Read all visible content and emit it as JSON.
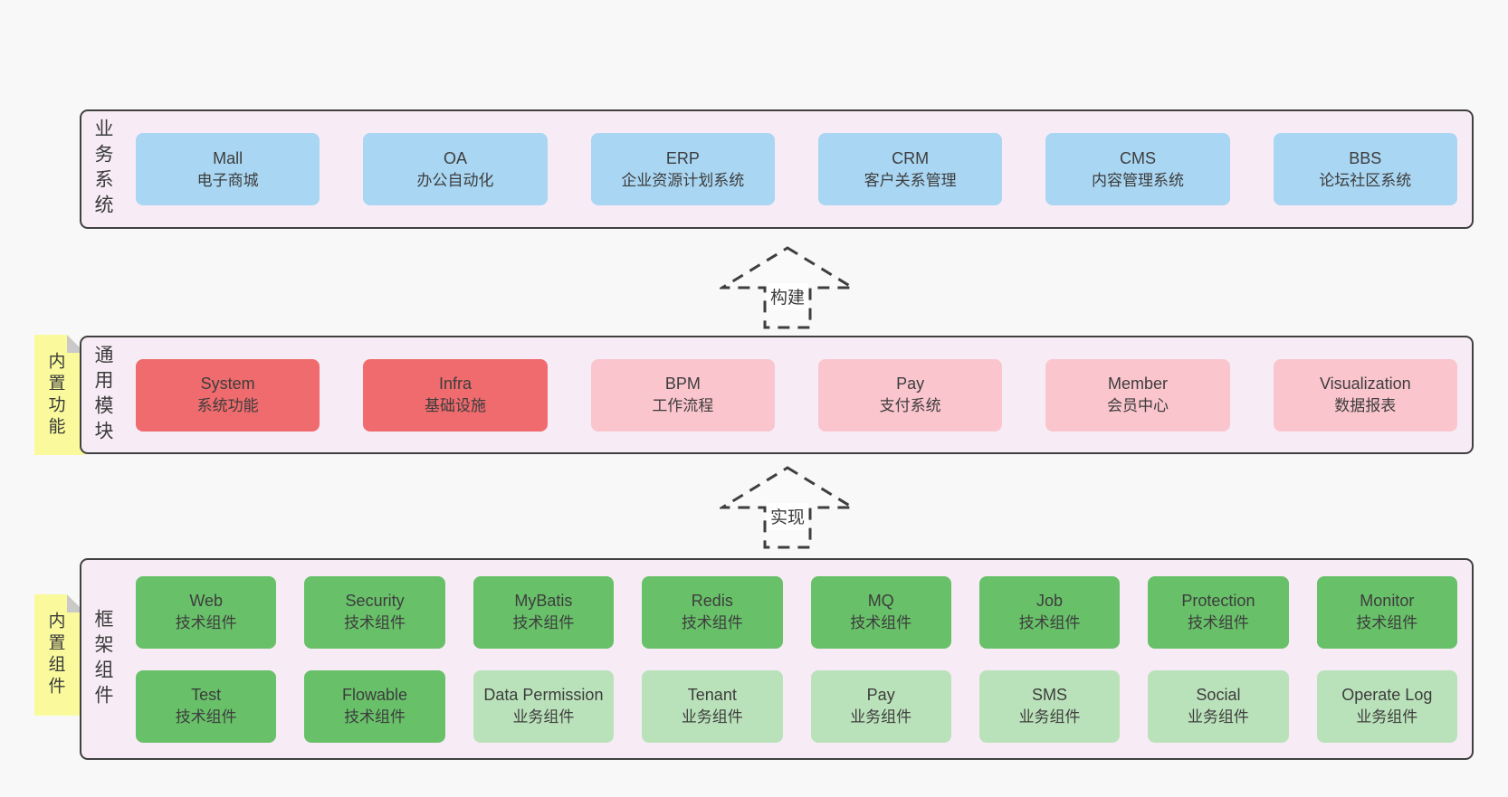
{
  "palette": {
    "background": "#f8f8f8",
    "container_bg": "#f7ecf5",
    "container_border": "#404040",
    "box_blue": "#a9d6f2",
    "box_red": "#ef6b6d",
    "box_pink": "#fac5cd",
    "box_green": "#68c069",
    "box_green_light": "#bae2ba",
    "note_yellow": "#fafa9d",
    "note_fold": "#c9c9c9",
    "text": "#3d3d3d"
  },
  "arrows": [
    {
      "label": "构建"
    },
    {
      "label": "实现"
    }
  ],
  "layers": [
    {
      "side_label": "业务系统",
      "boxes": [
        {
          "title": "Mall",
          "subtitle": "电子商城",
          "variant": "blue"
        },
        {
          "title": "OA",
          "subtitle": "办公自动化",
          "variant": "blue"
        },
        {
          "title": "ERP",
          "subtitle": "企业资源计划系统",
          "variant": "blue"
        },
        {
          "title": "CRM",
          "subtitle": "客户关系管理",
          "variant": "blue"
        },
        {
          "title": "CMS",
          "subtitle": "内容管理系统",
          "variant": "blue"
        },
        {
          "title": "BBS",
          "subtitle": "论坛社区系统",
          "variant": "blue"
        }
      ]
    },
    {
      "side_label": "通用模块",
      "note": "内置功能",
      "boxes": [
        {
          "title": "System",
          "subtitle": "系统功能",
          "variant": "red"
        },
        {
          "title": "Infra",
          "subtitle": "基础设施",
          "variant": "red"
        },
        {
          "title": "BPM",
          "subtitle": "工作流程",
          "variant": "pink"
        },
        {
          "title": "Pay",
          "subtitle": "支付系统",
          "variant": "pink"
        },
        {
          "title": "Member",
          "subtitle": "会员中心",
          "variant": "pink"
        },
        {
          "title": "Visualization",
          "subtitle": "数据报表",
          "variant": "pink"
        }
      ]
    },
    {
      "side_label": "框架组件",
      "note": "内置组件",
      "rows": [
        [
          {
            "title": "Web",
            "subtitle": "技术组件",
            "variant": "green"
          },
          {
            "title": "Security",
            "subtitle": "技术组件",
            "variant": "green"
          },
          {
            "title": "MyBatis",
            "subtitle": "技术组件",
            "variant": "green"
          },
          {
            "title": "Redis",
            "subtitle": "技术组件",
            "variant": "green"
          },
          {
            "title": "MQ",
            "subtitle": "技术组件",
            "variant": "green"
          },
          {
            "title": "Job",
            "subtitle": "技术组件",
            "variant": "green"
          },
          {
            "title": "Protection",
            "subtitle": "技术组件",
            "variant": "green"
          },
          {
            "title": "Monitor",
            "subtitle": "技术组件",
            "variant": "green"
          }
        ],
        [
          {
            "title": "Test",
            "subtitle": "技术组件",
            "variant": "green"
          },
          {
            "title": "Flowable",
            "subtitle": "技术组件",
            "variant": "green"
          },
          {
            "title": "Data Permission",
            "subtitle": "业务组件",
            "variant": "green-light"
          },
          {
            "title": "Tenant",
            "subtitle": "业务组件",
            "variant": "green-light"
          },
          {
            "title": "Pay",
            "subtitle": "业务组件",
            "variant": "green-light"
          },
          {
            "title": "SMS",
            "subtitle": "业务组件",
            "variant": "green-light"
          },
          {
            "title": "Social",
            "subtitle": "业务组件",
            "variant": "green-light"
          },
          {
            "title": "Operate Log",
            "subtitle": "业务组件",
            "variant": "green-light"
          }
        ]
      ]
    }
  ]
}
